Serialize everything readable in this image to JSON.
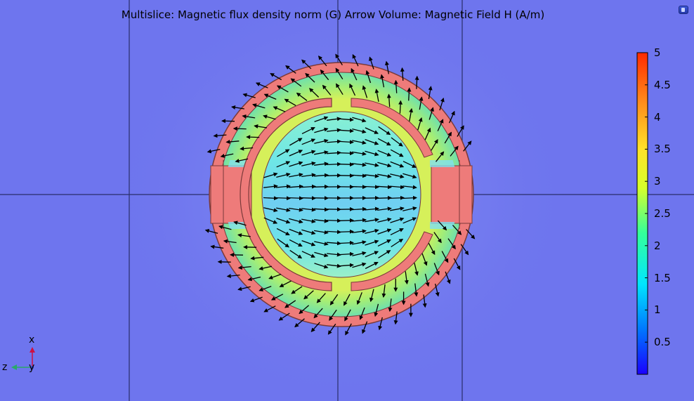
{
  "title": "Multislice: Magnetic flux density norm (G) Arrow Volume: Magnetic Field H (A/m)",
  "colorbar": {
    "ticks": [
      "5",
      "4.5",
      "4",
      "3.5",
      "3",
      "2.5",
      "2",
      "1.5",
      "1",
      "0.5"
    ],
    "tick_values": [
      5,
      4.5,
      4,
      3.5,
      3,
      2.5,
      2,
      1.5,
      1,
      0.5
    ],
    "min": 0,
    "max": 5,
    "colors": [
      "#1a00ff",
      "#0077ff",
      "#00e5ff",
      "#35ff9a",
      "#d8ff2a",
      "#ffe22a",
      "#ff8a1a",
      "#ff2a00"
    ]
  },
  "axes": {
    "x_label": "x",
    "z_label": "z",
    "y_label": "y"
  },
  "colors": {
    "background": "#6e75ee",
    "iron": "#ee7b7a",
    "field_high": "#d2ef5a",
    "field_mid": "#7fe6a0",
    "core": "#6fd8ee",
    "arrow": "#000000"
  },
  "icons": {
    "view_button": "window-icon"
  }
}
